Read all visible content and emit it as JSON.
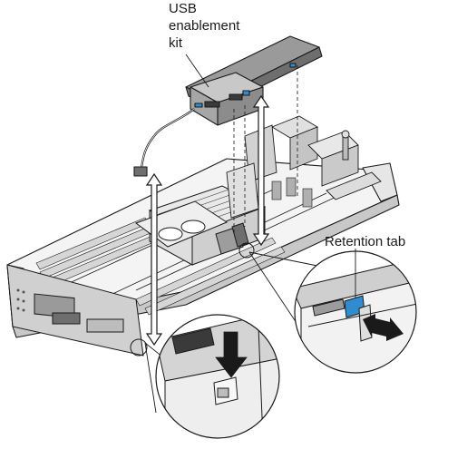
{
  "callouts": {
    "usb_kit": {
      "line1": "USB",
      "line2": "enablement",
      "line3": "kit"
    },
    "retention_tab": "Retention tab"
  },
  "colors": {
    "line": "#1a1a1a",
    "chassis_fill": "#ffffff",
    "shade_light": "#e2e2e2",
    "shade_mid": "#bdbdbd",
    "shade_dark": "#6e6e6e",
    "kit_body": "#7a7a7a",
    "tab_accent": "#2f8ccf"
  },
  "icons": {
    "up_down_arrow": "double-headed-vertical-arrow",
    "push_arrow": "down-arrow",
    "slide_arrow": "double-headed-horizontal-arrow"
  }
}
